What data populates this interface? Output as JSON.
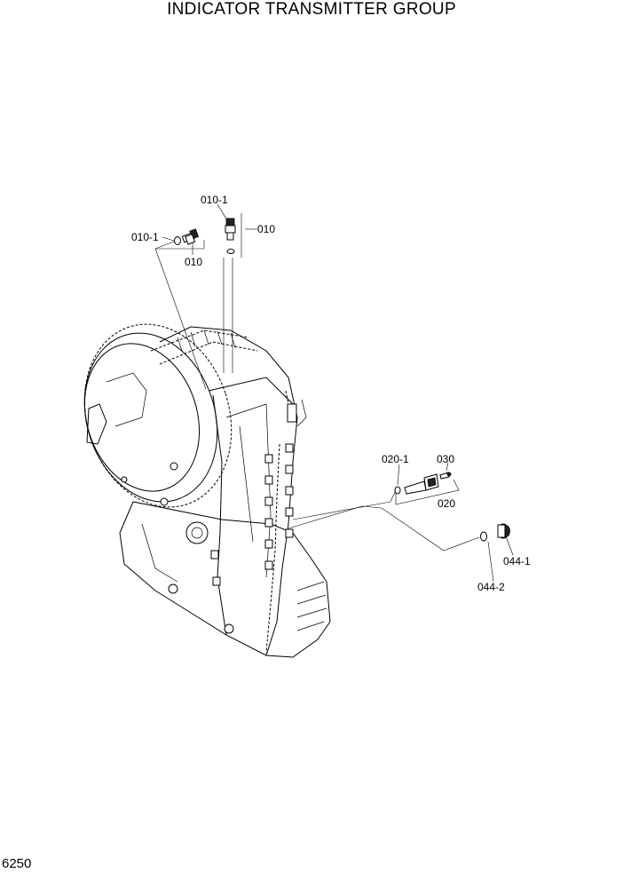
{
  "title": "INDICATOR TRANSMITTER GROUP",
  "page_number": "6250",
  "labels": {
    "l010_1_left": "010-1",
    "l010_left": "010",
    "l010_1_top": "010-1",
    "l010_top": "010",
    "l020_1": "020-1",
    "l030": "030",
    "l020": "020",
    "l044_1": "044-1",
    "l044_2": "044-2"
  }
}
